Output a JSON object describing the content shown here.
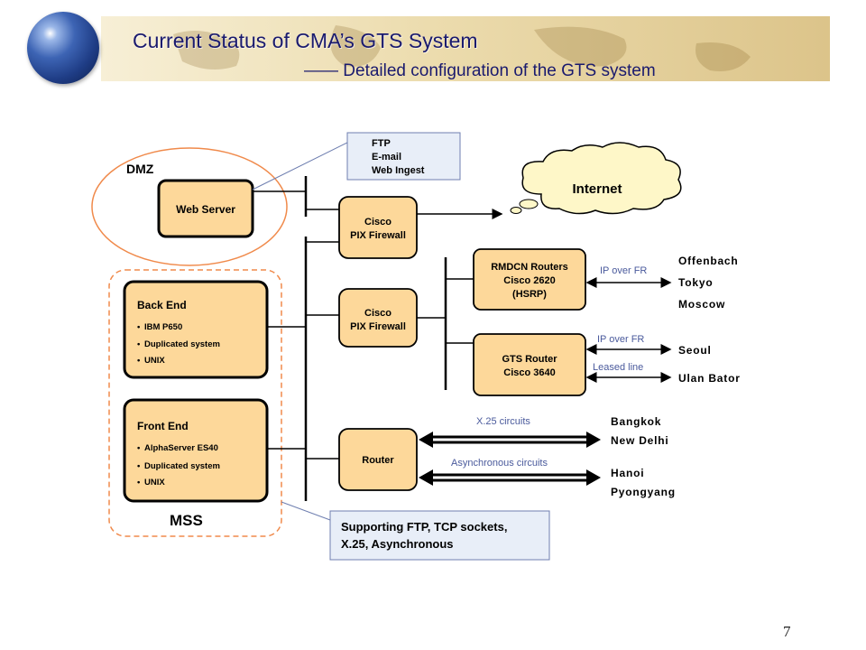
{
  "header": {
    "title": "Current Status of CMA’s GTS System",
    "subtitle": "—— Detailed configuration of the GTS system"
  },
  "diagram": {
    "dmz_label": "DMZ",
    "mss_label": "MSS",
    "web_server": "Web Server",
    "services_note": [
      "FTP",
      "E-mail",
      "Web Ingest"
    ],
    "internet": "Internet",
    "firewall_1": [
      "Cisco",
      "PIX Firewall"
    ],
    "firewall_2": [
      "Cisco",
      "PIX Firewall"
    ],
    "back_end": {
      "title": "Back End",
      "items": [
        "IBM P650",
        "Duplicated system",
        "UNIX"
      ]
    },
    "front_end": {
      "title": "Front End",
      "items": [
        "AlphaServer ES40",
        "Duplicated system",
        "UNIX"
      ]
    },
    "rmdcn": [
      "RMDCN Routers",
      "Cisco 2620",
      "(HSRP)"
    ],
    "gts_router": [
      "GTS Router",
      "Cisco 3640"
    ],
    "router": "Router",
    "links": {
      "ip_over_fr_1": "IP over FR",
      "ip_over_fr_2": "IP over FR",
      "leased_line": "Leased line",
      "x25": "X.25 circuits",
      "async": "Asynchronous circuits"
    },
    "destinations": {
      "offenbach": "Offenbach",
      "tokyo": "Tokyo",
      "moscow": "Moscow",
      "seoul": "Seoul",
      "ulan_bator": "Ulan Bator",
      "bangkok": "Bangkok",
      "new_delhi": "New Delhi",
      "hanoi": "Hanoi",
      "pyongyang": "Pyongyang"
    },
    "support_note": [
      "Supporting FTP, TCP sockets,",
      "X.25, Asynchronous"
    ]
  },
  "page_number": "7",
  "colors": {
    "box_fill": "#fdd89a",
    "title_color": "#1a1a6e",
    "link_label": "#4a5a9c",
    "ellipse": "#f08a4b"
  }
}
